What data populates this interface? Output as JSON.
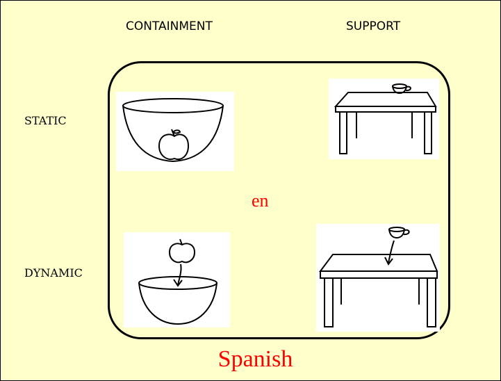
{
  "columns": {
    "containment": "CONTAINMENT",
    "support": "SUPPORT"
  },
  "rows": {
    "static": "STATIC",
    "dynamic": "DYNAMIC"
  },
  "center_term": "en",
  "language": "Spanish",
  "colors": {
    "background": "#ffffcc",
    "language_text": "#ff0000",
    "outline": "#000000"
  },
  "pictures": [
    {
      "name": "static-containment",
      "depicts": [
        "bowl-icon",
        "apple-icon"
      ]
    },
    {
      "name": "static-support",
      "depicts": [
        "table-icon",
        "cup-icon"
      ]
    },
    {
      "name": "dynamic-containment",
      "depicts": [
        "apple-icon",
        "arrow-down-icon",
        "bowl-icon"
      ]
    },
    {
      "name": "dynamic-support",
      "depicts": [
        "cup-icon",
        "arrow-down-icon",
        "table-icon"
      ]
    }
  ]
}
